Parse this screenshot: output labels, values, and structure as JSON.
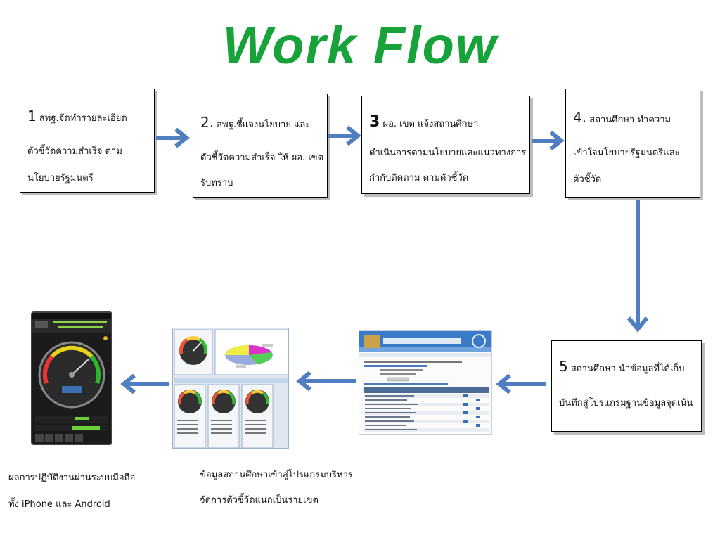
{
  "title": "Work  Flow",
  "steps": [
    {
      "num": "1",
      "lines": [
        "สพฐ.จัดทำรายละเอียด",
        "ตัวชี้วัดความสำเร็จ ตาม",
        "นโยบายรัฐมนตรี"
      ]
    },
    {
      "num": "2.",
      "lines": [
        "สพฐ.ชี้แจงนโยบาย และ",
        "ตัวชี้วัดความสำเร็จ ให้ ผอ. เขต",
        "รับทราบ"
      ]
    },
    {
      "num": "3",
      "lines": [
        "ผอ. เขต แจ้งสถานศึกษา",
        "ดำเนินการตามนโยบายและแนวทางการ",
        "กำกับติดตาม ตามตัวชี้วัด"
      ]
    },
    {
      "num": "4.",
      "lines": [
        "สถานศึกษา ทำความ",
        "เข้าใจนโยบายรัฐมนตรีและ",
        "ตัวชี้วัด"
      ]
    },
    {
      "num": "5",
      "lines": [
        "สถานศึกษา นำข้อมูลที่ได้เก็บ",
        "บันทึกสู่โปรแกรมฐานข้อมูลจุดเน้น"
      ]
    }
  ],
  "captions": {
    "desktop": [
      "ข้อมูลสถานศึกษาเข้าสู่โปรแกรมบริหาร",
      "จัดการตัวชี้วัดแนกเป็นรายเขต"
    ],
    "phone": [
      "ผลการปฏิบัติงานผ่านระบบมือถือ",
      "ทั้ง iPhone และ Android"
    ]
  },
  "colors": {
    "title": "#17a33a",
    "arrow": "#4f7fc0"
  }
}
